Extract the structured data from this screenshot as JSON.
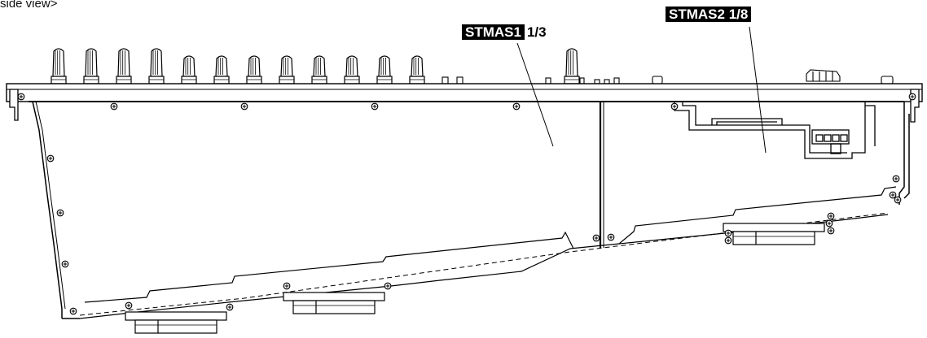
{
  "title": "side view>",
  "callouts": [
    {
      "board": "STMAS1",
      "page": "1/3",
      "page_inverted": false
    },
    {
      "board": "STMAS2",
      "page": "1/8",
      "page_inverted": true
    }
  ],
  "icons": [
    "screw-icon",
    "knob-icon",
    "connector-icon"
  ]
}
